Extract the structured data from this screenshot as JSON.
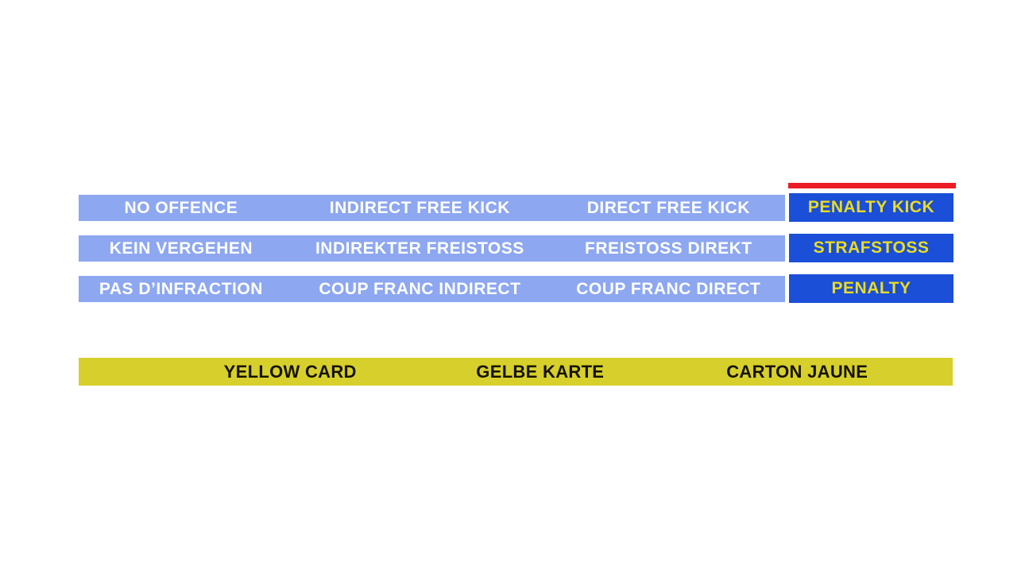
{
  "colors": {
    "light_blue": "#8da7f1",
    "royal_blue": "#1b4fd8",
    "yellow_text": "#e9dc22",
    "red_accent": "#ec1b26",
    "yellow_bar": "#d7cf2b",
    "white_text": "#ffffff",
    "dark_text": "#151300"
  },
  "table": {
    "rows": [
      {
        "language": "english",
        "cells": [
          "NO OFFENCE",
          "INDIRECT FREE KICK",
          "DIRECT FREE KICK"
        ],
        "highlight": "PENALTY KICK"
      },
      {
        "language": "german",
        "cells": [
          "KEIN VERGEHEN",
          "INDIREKTER FREISTOSS",
          "FREISTOSS DIREKT"
        ],
        "highlight": "STRAFSTOSS"
      },
      {
        "language": "french",
        "cells": [
          "PAS D’INFRACTION",
          "COUP FRANC INDIRECT",
          "COUP FRANC DIRECT"
        ],
        "highlight": "PENALTY"
      }
    ]
  },
  "yellow_card_bar": {
    "labels": [
      "YELLOW CARD",
      "GELBE KARTE",
      "CARTON JAUNE"
    ]
  }
}
